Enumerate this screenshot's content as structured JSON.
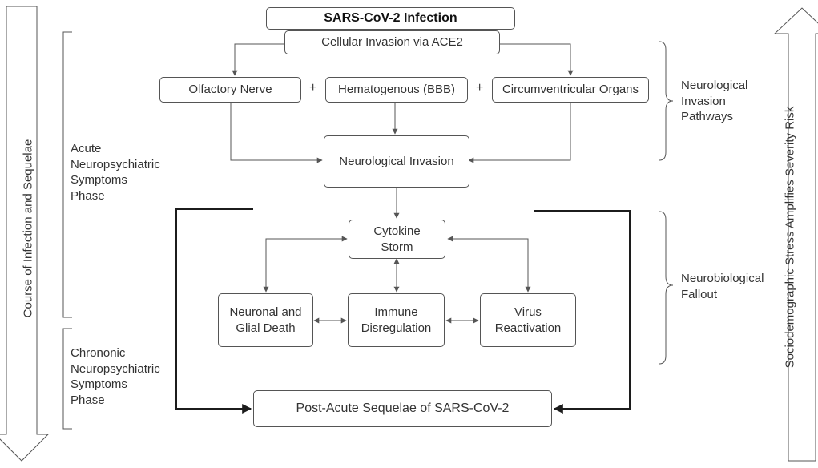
{
  "nodes": {
    "infection": "SARS-CoV-2 Infection",
    "invasion_ace2": "Cellular Invasion via ACE2",
    "olfactory": "Olfactory Nerve",
    "hematogenous": "Hematogenous (BBB)",
    "circumventricular": "Circumventricular Organs",
    "neuro_invasion": "Neurological Invasion",
    "cytokine": "Cytokine\nStorm",
    "neuronal": "Neuronal and\nGlial Death",
    "immune": "Immune\nDisregulation",
    "virus": "Virus\nReactivation",
    "pasc": "Post-Acute Sequelae of SARS-CoV-2"
  },
  "plus_sign": "+",
  "phases": {
    "acute": "Acute\nNeuropsychiatric\nSymptoms\nPhase",
    "chronic": "Chrononic\nNeuropsychiatric\nSymptoms\nPhase"
  },
  "right_labels": {
    "pathways": "Neurological\nInvasion\nPathways",
    "fallout": "Neurobiological\nFallout"
  },
  "side_arrows": {
    "left": "Course of Infection and Sequelae",
    "right": "Sociodemographic Stress Amplifies Severity Risk"
  },
  "colors": {
    "line": "#555555",
    "dark_line": "#1c1c1c",
    "arrow_fill": "#ffffff"
  }
}
